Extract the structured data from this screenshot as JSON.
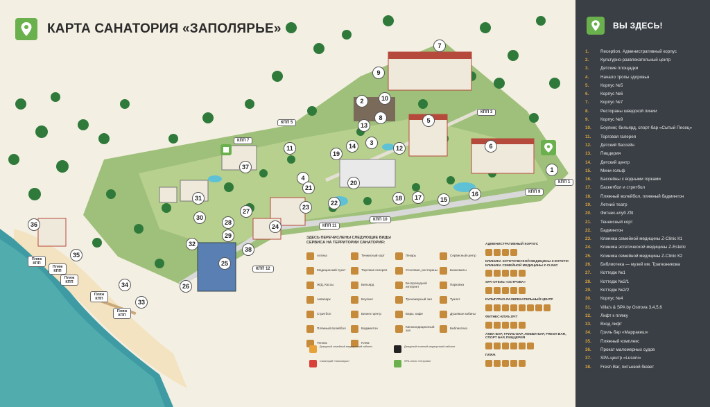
{
  "header": {
    "title": "КАРТА САНАТОРИЯ «ЗАПОЛЯРЬЕ»"
  },
  "sidebar": {
    "title": "ВЫ ЗДЕСЬ!",
    "items": [
      {
        "n": "1.",
        "label": "Reception. Административный корпус"
      },
      {
        "n": "2.",
        "label": "Культурно-развлекательный центр"
      },
      {
        "n": "3.",
        "label": "Детские площадки"
      },
      {
        "n": "4.",
        "label": "Начало тропы здоровья"
      },
      {
        "n": "5.",
        "label": "Корпус №5"
      },
      {
        "n": "6.",
        "label": "Корпус №6"
      },
      {
        "n": "7.",
        "label": "Корпус №7"
      },
      {
        "n": "8.",
        "label": "Рестораны шведской линии"
      },
      {
        "n": "9.",
        "label": "Корпус №9"
      },
      {
        "n": "10.",
        "label": "Боулинг, бильярд, спорт-бар «Сытый Песец»"
      },
      {
        "n": "11.",
        "label": "Торговая галерея"
      },
      {
        "n": "12.",
        "label": "Детский бассейн"
      },
      {
        "n": "13.",
        "label": "Пиццерия"
      },
      {
        "n": "14.",
        "label": "Детский центр"
      },
      {
        "n": "15.",
        "label": "Мини-гольф"
      },
      {
        "n": "16.",
        "label": "Бассейны с водными горками"
      },
      {
        "n": "17.",
        "label": "Баскетбол и стритбол"
      },
      {
        "n": "18.",
        "label": "Пляжный волейбол, пляжный бадминтон"
      },
      {
        "n": "19.",
        "label": "Летний театр"
      },
      {
        "n": "20.",
        "label": "Фитнес-клуб Zfit"
      },
      {
        "n": "21.",
        "label": "Теннисный корт"
      },
      {
        "n": "22.",
        "label": "Бадминтон"
      },
      {
        "n": "23.",
        "label": "Клиника семейной медицины Z-Clinic К1"
      },
      {
        "n": "24.",
        "label": "Клиника эстетической медицины Z-Estetic"
      },
      {
        "n": "25.",
        "label": "Клиника семейной медицины Z-Clinic К2"
      },
      {
        "n": "26.",
        "label": "Библиотека — музей им. Трапезникова"
      },
      {
        "n": "27.",
        "label": "Коттедж №1"
      },
      {
        "n": "28.",
        "label": "Коттедж №2/1"
      },
      {
        "n": "29.",
        "label": "Коттедж №2/2"
      },
      {
        "n": "30.",
        "label": "Корпус №4"
      },
      {
        "n": "31.",
        "label": "Villa's & SPA by Ostrova 3,4,5,6"
      },
      {
        "n": "32.",
        "label": "Лифт к пляжу"
      },
      {
        "n": "33.",
        "label": "Вход лифт"
      },
      {
        "n": "34.",
        "label": "Гриль бар «Марракеш»"
      },
      {
        "n": "35.",
        "label": "Пляжный комплекс"
      },
      {
        "n": "36.",
        "label": "Прокат маломерных судов"
      },
      {
        "n": "37.",
        "label": "SPA-центр «Lusoni»"
      },
      {
        "n": "38.",
        "label": "Fresh Bar, питьевой бювет"
      }
    ]
  },
  "legend": {
    "title": "ЗДЕСЬ ПЕРЕЧИСЛЕНЫ СЛЕДУЮЩИЕ ВИДЫ СЕРВИСА НА ТЕРРИТОРИИ САНАТОРИЯ:",
    "services": [
      "Аптека",
      "Теннисный корт",
      "Лекарь",
      "Сервисный центр",
      "Медицинский пункт",
      "Торговая галерея",
      "Столовая, рестораны",
      "Банкоматы",
      "Ж/Д, Кассы",
      "Бильярд",
      "Беспроводной интернет",
      "Парковка",
      "Аквапарк",
      "Боулинг",
      "Тренажерный зал",
      "Туалет",
      "Стритбол",
      "Бизнес-центр",
      "Бары, кафе",
      "Душевые кабины",
      "Пляжный волейбол",
      "Бадминтон",
      "Кинокондиционный зал",
      "Библиотека",
      "Теннис",
      "Пляж"
    ],
    "contacts": [
      {
        "color": "#e8a23a",
        "text": "Дежурный семейный медицинский кабинет"
      },
      {
        "color": "#222222",
        "text": "Дежурный платный медицинский кабинет"
      },
      {
        "color": "#d9403a",
        "text": "Санаторий «Заполярье»"
      },
      {
        "color": "#6ab04c",
        "text": "SPA-отель «Острова»"
      }
    ],
    "groups": [
      {
        "title": "АДМИНИСТРАТИВНЫЙ КОРПУС",
        "icons": 4
      },
      {
        "title": "КЛИНИКА ЭСТЕТИЧЕСКОЙ МЕДИЦИНЫ Z-ESTETIC КЛИНИКА СЕМЕЙНОЙ МЕДИЦИНЫ Z-CLINIC",
        "icons": 5
      },
      {
        "title": "SPA-ОТЕЛЬ «ОСТРОВА»",
        "icons": 5
      },
      {
        "title": "КУЛЬТУРНО-РАЗВЛЕКАТЕЛЬНЫЙ ЦЕНТР",
        "icons": 8
      },
      {
        "title": "ФИТНЕС-КЛУБ ZFIT",
        "icons": 5
      },
      {
        "title": "АКВА-БАР, ГРИЛЬ-БАР, ЛОББИ-БАР, FRESH BAR, СПОРТ БАР, ПИЦЦЕРИЯ",
        "icons": 6
      },
      {
        "title": "ПЛЯЖ",
        "icons": 5
      }
    ]
  },
  "markers": [
    "1",
    "2",
    "3",
    "4",
    "5",
    "6",
    "7",
    "8",
    "9",
    "10",
    "11",
    "12",
    "13",
    "14",
    "15",
    "16",
    "17",
    "18",
    "19",
    "20",
    "21",
    "22",
    "23",
    "24",
    "25",
    "26",
    "27",
    "28",
    "29",
    "30",
    "31",
    "32",
    "33",
    "34",
    "35",
    "36",
    "37",
    "38"
  ],
  "checkpoints": [
    "КПП 1",
    "КПП 3",
    "КПП 5",
    "КПП 7",
    "КПП 9",
    "КПП 10",
    "КПП 11",
    "КПП 12"
  ],
  "beach_labels": [
    "Пляж КПП",
    "Пляж КПП",
    "Пляж КПП",
    "Пляж КПП",
    "Пляж КПП"
  ],
  "colors": {
    "accent": "#6ab04c",
    "sidebar_bg": "#3a3f45",
    "number": "#d9a43f",
    "icon": "#c58a3a"
  }
}
